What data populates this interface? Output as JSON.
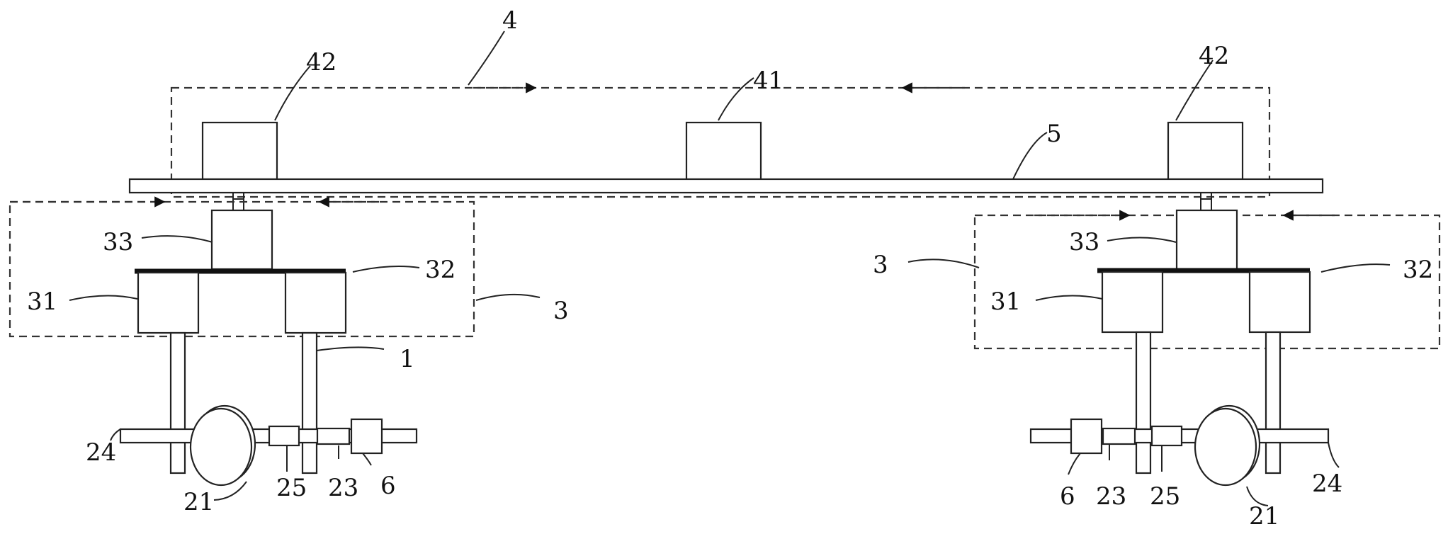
{
  "labels": {
    "n4": "4",
    "n42_left": "42",
    "n41": "41",
    "n42_right": "42",
    "n5": "5",
    "n33_left": "33",
    "n32_left": "32",
    "n31_left": "31",
    "n3_left": "3",
    "n1": "1",
    "n24_left": "24",
    "n21_left": "21",
    "n25_left": "25",
    "n23_left": "23",
    "n6_left": "6",
    "n3_right": "3",
    "n33_right": "33",
    "n32_right": "32",
    "n31_right": "31",
    "n6_right": "6",
    "n23_right": "23",
    "n25_right": "25",
    "n24_right": "24",
    "n21_right": "21"
  }
}
